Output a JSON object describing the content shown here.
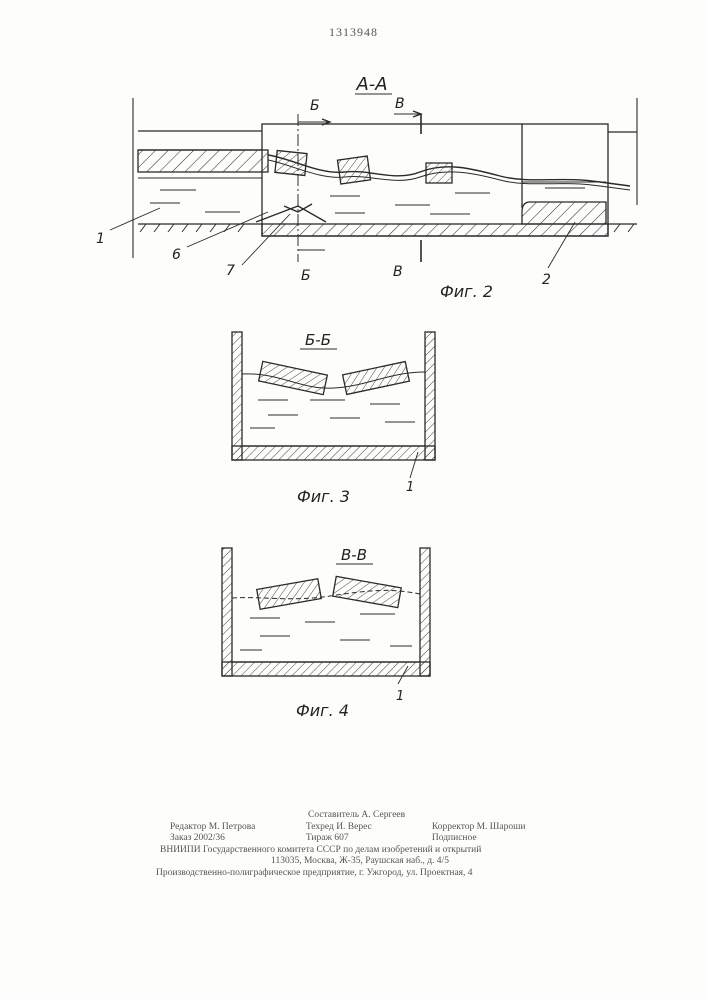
{
  "header": {
    "patent_number": "1313948"
  },
  "fig2": {
    "section_title": "А-А",
    "cut_b_label": "Б",
    "cut_v_label": "В",
    "caption": "Фиг. 2",
    "ref_1": "1",
    "ref_2": "2",
    "ref_6": "6",
    "ref_7": "7"
  },
  "fig3": {
    "section_title": "Б-Б",
    "caption": "Фиг. 3",
    "ref_1": "1"
  },
  "fig4": {
    "section_title": "В-В",
    "caption": "Фиг. 4",
    "ref_1": "1"
  },
  "imprint": {
    "compiler": "Составитель А. Сергеев",
    "editor": "Редактор М. Петрова",
    "techred": "Техред И. Верес",
    "corrector": "Корректор М. Шароши",
    "order": "Заказ 2002/36",
    "circulation": "Тираж 607",
    "subscription": "Подписное",
    "vniipi": "ВНИИПИ Государственного комитета СССР по делам изобретений и открытий",
    "address": "113035, Москва, Ж-35, Раушская наб., д. 4/5",
    "printer": "Производственно-полиграфическое предприятие, г. Ужгород, ул. Проектная, 4"
  }
}
